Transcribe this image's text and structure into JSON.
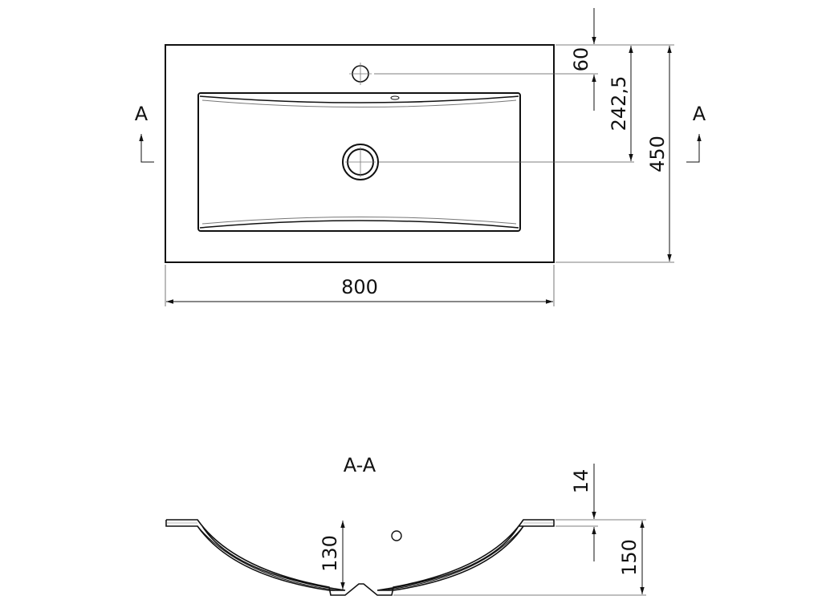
{
  "top_view": {
    "section_marker_left": "A",
    "section_marker_right": "A",
    "dim_width": "800",
    "dim_depth": "450",
    "dim_tap_hole": "60",
    "dim_drain": "242,5"
  },
  "section_view": {
    "title": "A-A",
    "dim_rim": "14",
    "dim_bowl_depth": "130",
    "dim_total_height": "150"
  },
  "colors": {
    "line": "#111111",
    "thin": "#555555",
    "background": "#ffffff"
  }
}
